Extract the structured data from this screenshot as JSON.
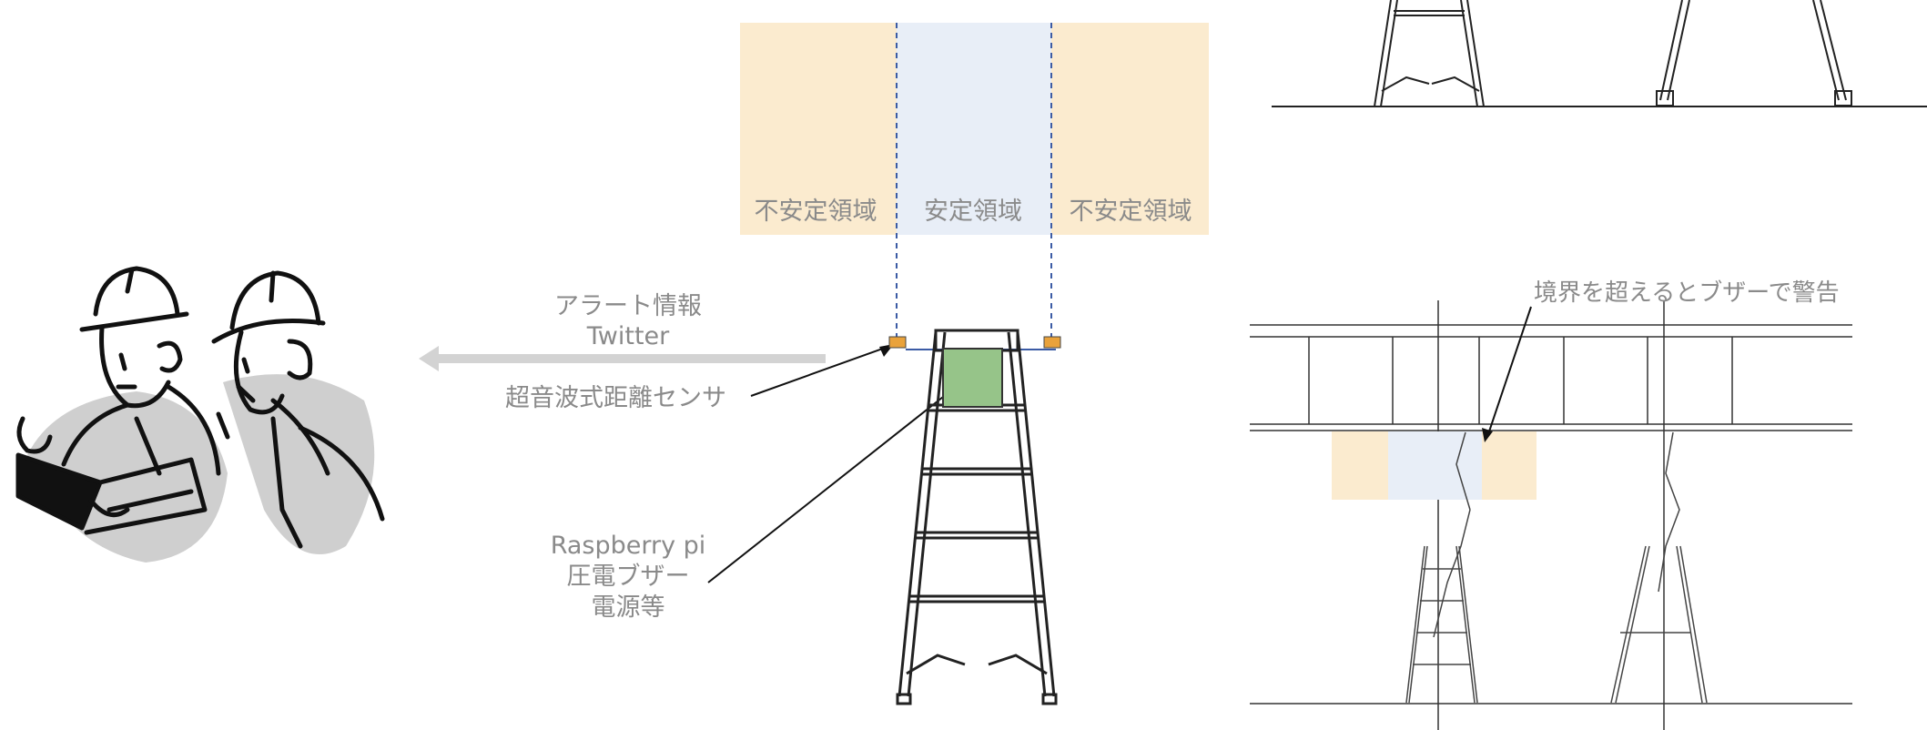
{
  "zones": {
    "unstable_left": "不安定領域",
    "stable": "安定領域",
    "unstable_right": "不安定領域"
  },
  "alert": {
    "line1": "アラート情報",
    "line2": "Twitter"
  },
  "sensor_label": "超音波式距離センサ",
  "device": {
    "line1": "Raspberry pi",
    "line2": "圧電ブザー",
    "line3": "電源等"
  },
  "warning_label": "境界を超えるとブザーで警告",
  "colors": {
    "unstable_zone": "#FBEBCF",
    "stable_zone": "#E8EEF7",
    "sensor": "#E9A23B",
    "device_box": "#96C489",
    "arrow_gray": "#D3D3D3",
    "line": "#222222"
  }
}
